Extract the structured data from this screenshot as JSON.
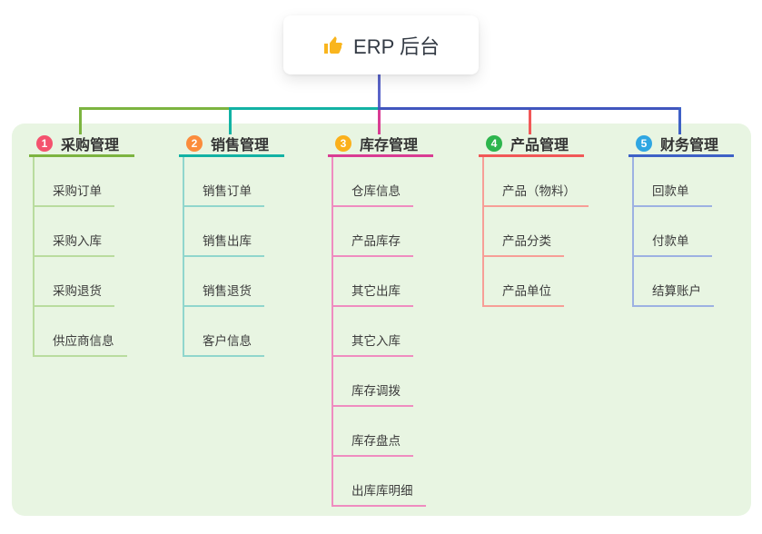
{
  "root": {
    "label": "ERP 后台",
    "icon": "thumbs-up-icon"
  },
  "colors": {
    "panel_bg": "#e8f5e2",
    "root_line": "#5a64c8",
    "bus_blue": "#4156be",
    "thumb": "#f9b51e"
  },
  "branches": [
    {
      "num": "1",
      "label": "采购管理",
      "badge_color": "#f4526e",
      "line_color": "#7cb440",
      "child_line_color": "#b9dc9e",
      "children": [
        "采购订单",
        "采购入库",
        "采购退货",
        "供应商信息"
      ]
    },
    {
      "num": "2",
      "label": "销售管理",
      "badge_color": "#fb8c3c",
      "line_color": "#12b2a4",
      "child_line_color": "#90d6cd",
      "children": [
        "销售订单",
        "销售出库",
        "销售退货",
        "客户信息"
      ]
    },
    {
      "num": "3",
      "label": "库存管理",
      "badge_color": "#fbb01b",
      "line_color": "#d93c93",
      "child_line_color": "#ef8cc0",
      "children": [
        "仓库信息",
        "产品库存",
        "其它出库",
        "其它入库",
        "库存调拨",
        "库存盘点",
        "出库库明细"
      ]
    },
    {
      "num": "4",
      "label": "产品管理",
      "badge_color": "#2db54d",
      "line_color": "#f15858",
      "child_line_color": "#f79e97",
      "children": [
        "产品（物料）",
        "产品分类",
        "产品单位"
      ]
    },
    {
      "num": "5",
      "label": "财务管理",
      "badge_color": "#2fa6e2",
      "line_color": "#3e61c6",
      "child_line_color": "#9db1e2",
      "children": [
        "回款单",
        "付款单",
        "结算账户"
      ]
    }
  ]
}
